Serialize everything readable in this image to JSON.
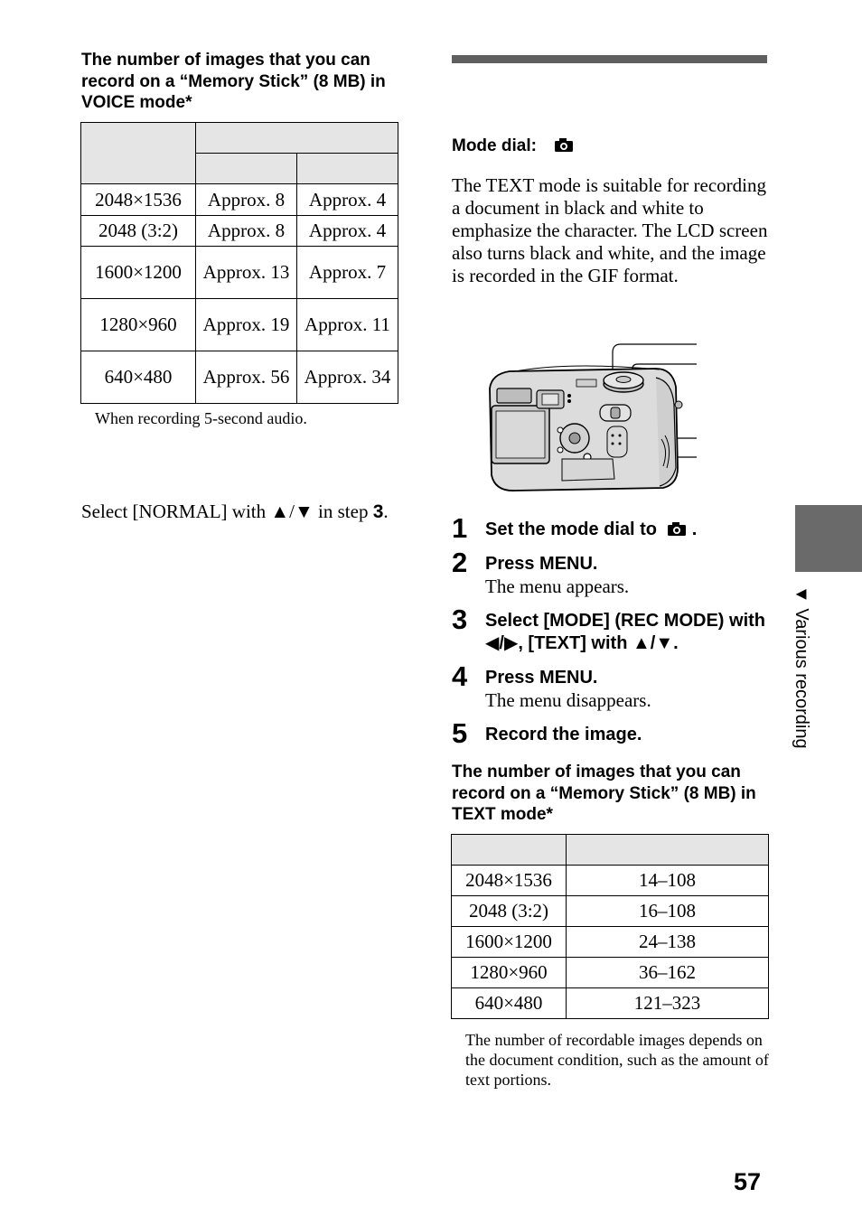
{
  "left": {
    "voice_heading": "The number of images that you can record on a “Memory Stick” (8 MB) in VOICE mode*",
    "voice_table": {
      "rows": [
        [
          "2048×1536",
          "Approx. 8",
          "Approx. 4"
        ],
        [
          "2048 (3:2)",
          "Approx. 8",
          "Approx. 4"
        ],
        [
          "1600×1200",
          "Approx. 13",
          "Approx. 7"
        ],
        [
          "1280×960",
          "Approx. 19",
          "Approx. 11"
        ],
        [
          "640×480",
          "Approx. 56",
          "Approx. 34"
        ]
      ]
    },
    "voice_footnote": "When recording 5-second audio.",
    "select_text": {
      "before": "Select [NORMAL] with ▲/▼ in step ",
      "step": "3",
      "after": "."
    }
  },
  "right": {
    "mode_dial_label": "Mode dial:",
    "description": "The TEXT mode is suitable for recording a document in black and white to emphasize the character. The LCD screen also turns black and white, and the image is recorded in the GIF format.",
    "steps": [
      {
        "num": "1",
        "title": "Set the mode dial to",
        "title_suffix": ".",
        "sub": ""
      },
      {
        "num": "2",
        "title": "Press MENU.",
        "title_suffix": "",
        "sub": "The menu appears."
      },
      {
        "num": "3",
        "title": "Select [MODE] (REC MODE) with ◀/▶, [TEXT] with ▲/▼.",
        "title_suffix": "",
        "sub": ""
      },
      {
        "num": "4",
        "title": "Press MENU.",
        "title_suffix": "",
        "sub": "The menu disappears."
      },
      {
        "num": "5",
        "title": "Record the image.",
        "title_suffix": "",
        "sub": ""
      }
    ],
    "text_heading": "The number of images that you can record on a “Memory Stick” (8 MB) in TEXT mode*",
    "text_table": {
      "rows": [
        [
          "2048×1536",
          "14–108"
        ],
        [
          "2048 (3:2)",
          "16–108"
        ],
        [
          "1600×1200",
          "24–138"
        ],
        [
          "1280×960",
          "36–162"
        ],
        [
          "640×480",
          "121–323"
        ]
      ]
    },
    "text_footnote": "The number of recordable images depends on the document condition, such as the amount of text portions."
  },
  "side_tab": {
    "label": "Various recording",
    "marker": "▼"
  },
  "page_number": "57",
  "colors": {
    "rule_gray": "#5f5f5f",
    "tab_gray": "#6a6a6a",
    "header_cell": "#e5e5e5"
  }
}
